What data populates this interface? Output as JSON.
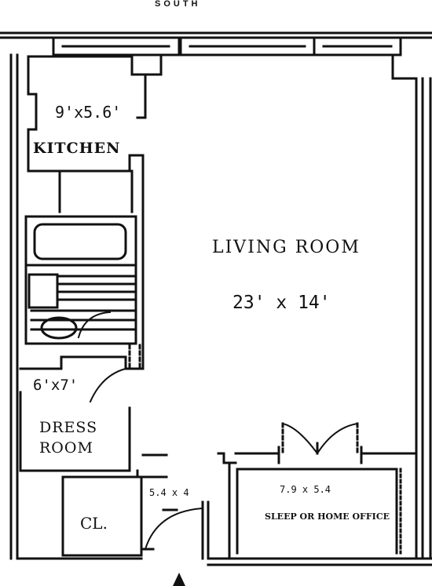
{
  "compass": "SOUTH",
  "rooms": {
    "kitchen": {
      "name": "KITCHEN",
      "dims": "9'x5.6'"
    },
    "living": {
      "name": "LIVING ROOM",
      "dims": "23' x 14'"
    },
    "dress": {
      "dims": "6'x7'",
      "name_line1": "DRESS",
      "name_line2": "ROOM"
    },
    "closet": {
      "name": "CL.",
      "dims": "5.4 x 4"
    },
    "sleep": {
      "name": "SLEEP OR HOME OFFICE",
      "dims": "7.9 x 5.4"
    }
  },
  "line_color": "#111111"
}
